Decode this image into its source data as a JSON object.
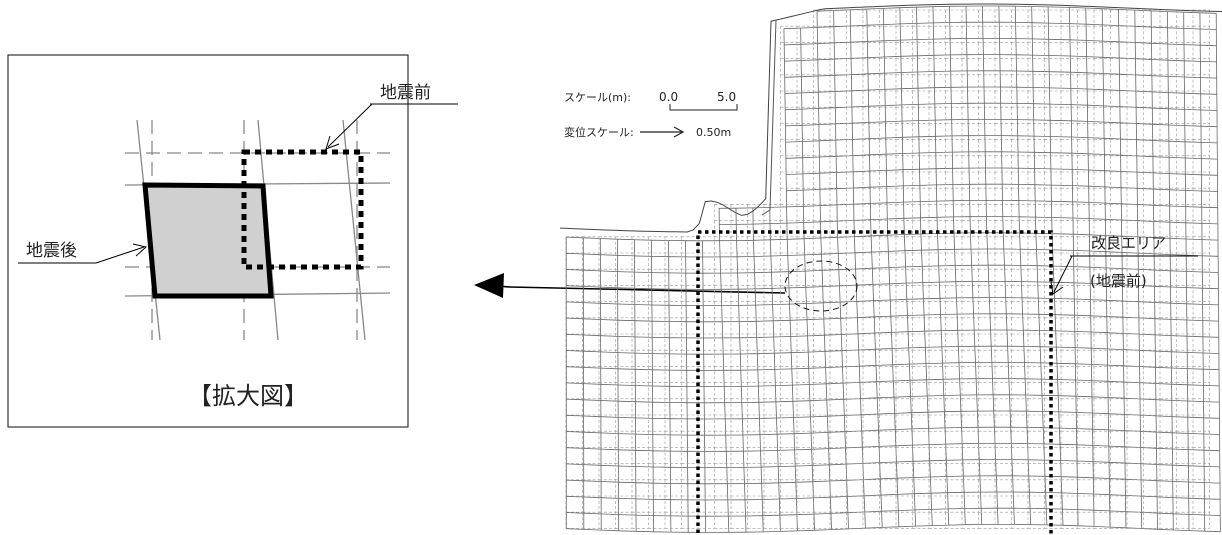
{
  "inset": {
    "label_before": "地震前",
    "label_after": "地震後",
    "caption": "【拡大図】",
    "colors": {
      "deformed_fill": "#d0d0d0",
      "outline": "#000000",
      "grid": "#888888"
    }
  },
  "legend": {
    "scale_label": "スケール(m):",
    "scale_start": "0.0",
    "scale_end": "5.0",
    "displacement_label": "変位スケール:",
    "displacement_arrow": "⟶",
    "displacement_value": "0.50m"
  },
  "mesh": {
    "area_label_line1": "改良エリア",
    "area_label_line2": "(地震前)",
    "colors": {
      "deformed_line": "#666666",
      "original_line": "#9a9a9a"
    }
  }
}
